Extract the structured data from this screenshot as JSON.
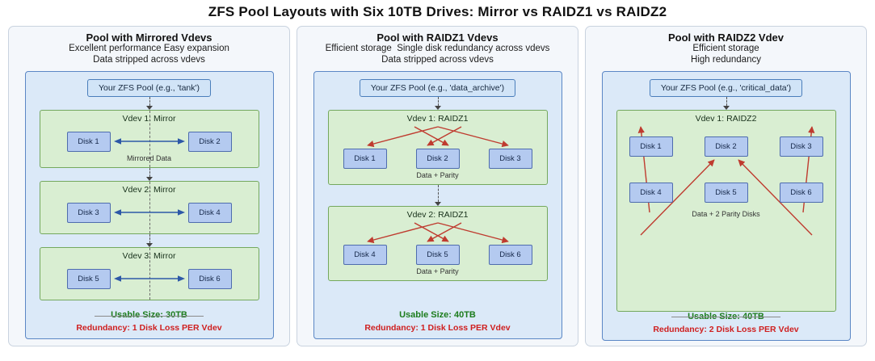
{
  "title": "ZFS Pool Layouts with Six 10TB Drives: Mirror vs RAIDZ1 vs RAIDZ2",
  "colors": {
    "panel_bg": "#f4f7fb",
    "pool_bg": "#dbe9f8",
    "pool_border": "#5b87c5",
    "vdev_bg": "#d9eed2",
    "vdev_border": "#74a85e",
    "disk_bg": "#b4caf0",
    "disk_border": "#4e6cae",
    "mirror_arrow": "#2d58a7",
    "raidz_arrow": "#bf3b2f",
    "usable_text": "#1c7c1c",
    "redundancy_text": "#cf1f1f"
  },
  "panels": [
    {
      "title": "Pool with Mirrored Vdevs",
      "subtitle_line1": "Excellent performance Easy expansion",
      "subtitle_line2": "Data stripped across vdevs",
      "pool_label": "Your ZFS Pool (e.g., 'tank')",
      "vdevs": [
        {
          "title": "Vdev 1: Mirror",
          "disks": [
            "Disk 1",
            "Disk 2"
          ],
          "edge_label": "Mirrored Data"
        },
        {
          "title": "Vdev 2: Mirror",
          "disks": [
            "Disk 3",
            "Disk 4"
          ]
        },
        {
          "title": "Vdev 3: Mirror",
          "disks": [
            "Disk 5",
            "Disk 6"
          ]
        }
      ],
      "usable_size": "Usable Size: 30TB",
      "redundancy": "Redundancy: 1 Disk Loss PER Vdev"
    },
    {
      "title": "Pool with RAIDZ1 Vdevs",
      "subtitle_line1": "Efficient storage  Single disk redundancy across vdevs",
      "subtitle_line2": "Data stripped across vdevs",
      "pool_label": "Your ZFS Pool (e.g., 'data_archive')",
      "vdevs": [
        {
          "title": "Vdev 1: RAIDZ1",
          "disks": [
            "Disk 1",
            "Disk 2",
            "Disk 3"
          ],
          "edge_label": "Data + Parity"
        },
        {
          "title": "Vdev 2: RAIDZ1",
          "disks": [
            "Disk 4",
            "Disk 5",
            "Disk 6"
          ],
          "edge_label": "Data + Parity"
        }
      ],
      "usable_size": "Usable Size: 40TB",
      "redundancy": "Redundancy: 1 Disk Loss PER Vdev"
    },
    {
      "title": "Pool with RAIDZ2 Vdev",
      "subtitle_line1": "Efficient storage",
      "subtitle_line2": "High redundancy",
      "pool_label": "Your ZFS Pool (e.g., 'critical_data')",
      "vdevs": [
        {
          "title": "Vdev 1: RAIDZ2",
          "disks": [
            "Disk 1",
            "Disk 2",
            "Disk 3",
            "Disk 4",
            "Disk 5",
            "Disk 6"
          ],
          "edge_label": "Data + 2 Parity Disks"
        }
      ],
      "usable_size": "Usable Size: 40TB",
      "redundancy": "Redundancy: 2 Disk Loss PER Vdev"
    }
  ]
}
